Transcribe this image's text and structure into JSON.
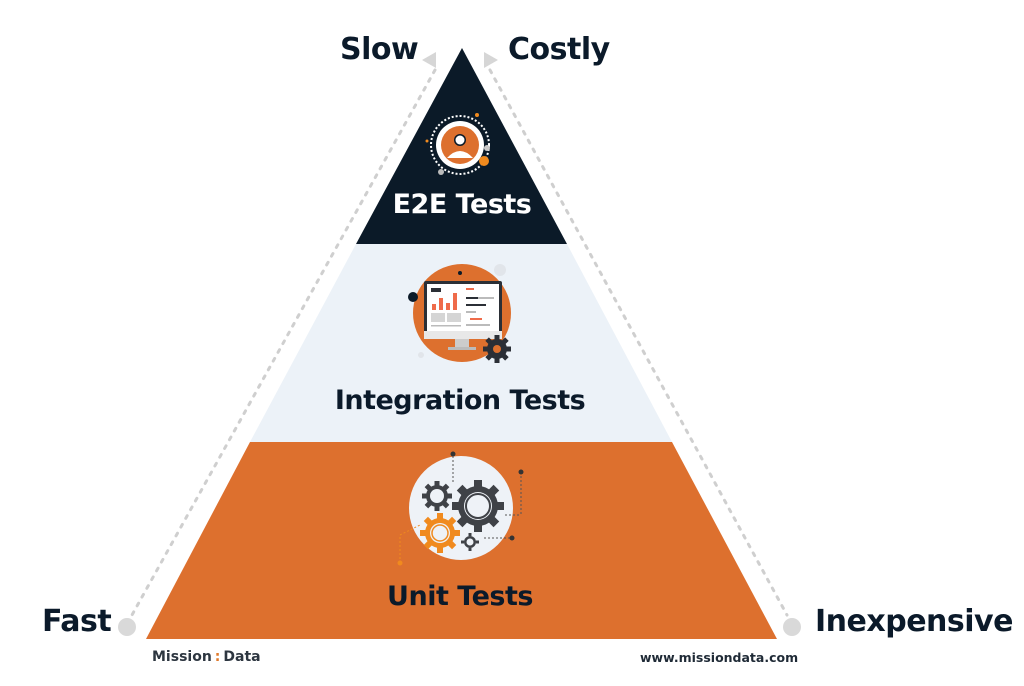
{
  "diagram": {
    "type": "testing-pyramid",
    "corners": {
      "top_left": "Slow",
      "top_right": "Costly",
      "bottom_left": "Fast",
      "bottom_right": "Inexpensive"
    },
    "tiers": [
      {
        "label": "E2E Tests",
        "icon": "user-avatar-icon",
        "fill": "#0b1a28",
        "text_color": "#ffffff"
      },
      {
        "label": "Integration Tests",
        "icon": "monitor-dashboard-icon",
        "fill": "#ecf2f8",
        "text_color": "#0b1a2a"
      },
      {
        "label": "Unit Tests",
        "icon": "gears-icon",
        "fill": "#dd702e",
        "text_color": "#0b1a2a"
      }
    ],
    "colors": {
      "accent_orange": "#dd702e",
      "icon_orange": "#f08a1e",
      "navy": "#0b1a28",
      "light_band": "#ecf2f8",
      "dotted_gray": "#c8c8c8"
    }
  },
  "footer": {
    "brand_left": "Mission",
    "brand_sep": ":",
    "brand_right": "Data",
    "url": "www.missiondata.com"
  }
}
